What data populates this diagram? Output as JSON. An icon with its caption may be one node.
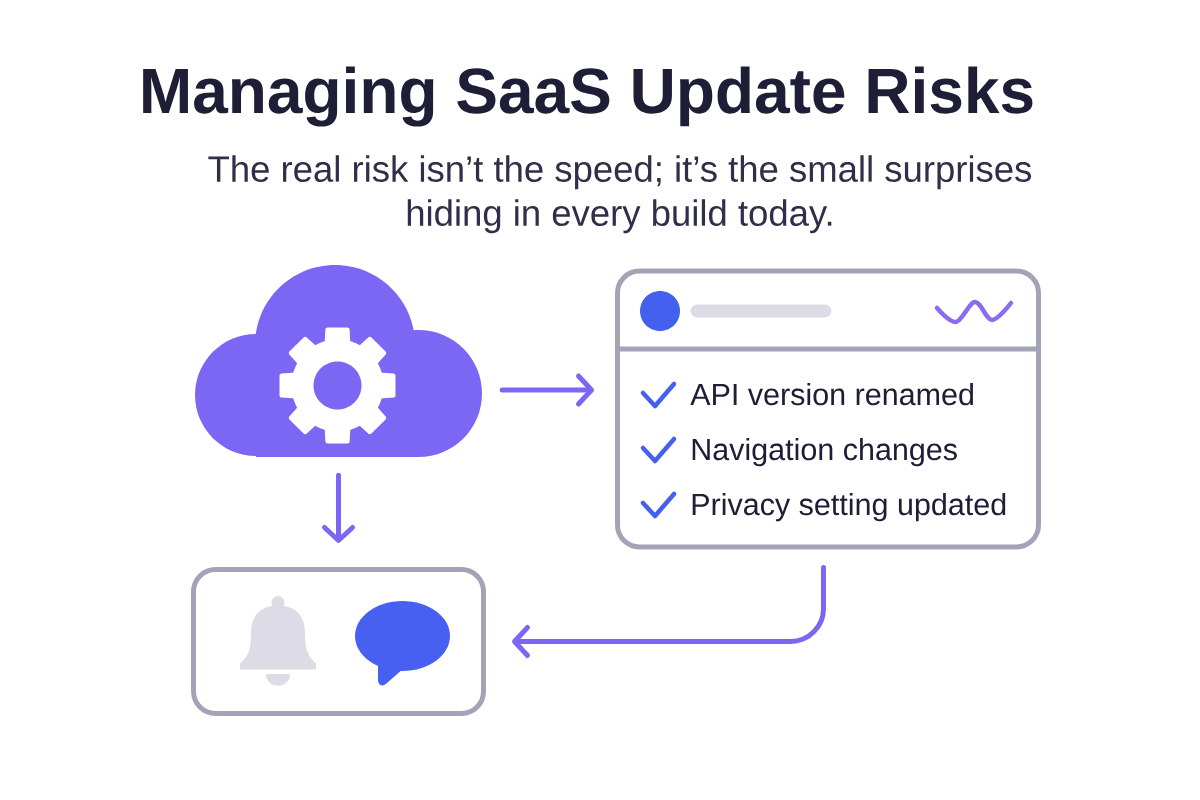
{
  "diagram": {
    "title": "Managing SaaS Update Risks",
    "nodes": [
      {
        "text": [],
        "shape": "cloud"
      },
      {
        "text": [
          "API version renamed",
          "Navigation changes",
          "Privacy setting updated"
        ]
      },
      {
        "text": [],
        "shape": "box"
      }
    ],
    "edges": [
      {
        "from": 0,
        "to": 1,
        "arrow": "to"
      },
      {
        "from": 0,
        "to": 2,
        "arrow": "to"
      },
      {
        "from": 1,
        "to": 2,
        "arrow": "to"
      }
    ],
    "labels": [
      "The real risk isn’t the speed; it’s the small surprises hiding in every build today."
    ]
  }
}
